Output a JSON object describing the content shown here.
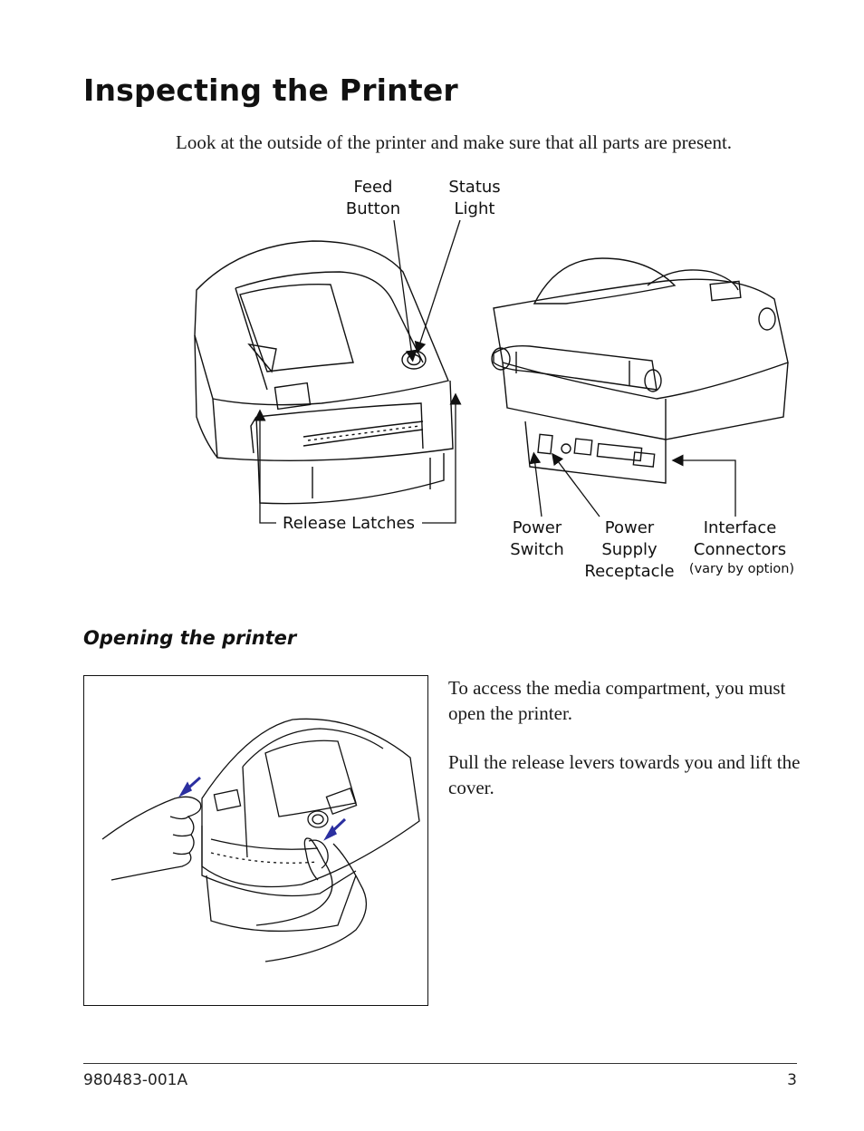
{
  "page": {
    "title": "Inspecting the Printer",
    "intro": "Look at the outside of the printer and make sure that all parts are present."
  },
  "diagram": {
    "labels": {
      "feed_button": "Feed\nButton",
      "status_light": "Status\nLight",
      "release_latches": "Release Latches",
      "power_switch": "Power\nSwitch",
      "power_supply": "Power\nSupply\nReceptacle",
      "interface_connectors": "Interface\nConnectors",
      "interface_note": "(vary by option)"
    }
  },
  "section": {
    "heading": "Opening the printer",
    "para1": "To access the media compartment, you must open the printer.",
    "para2": "Pull the release levers towards you and lift the cover."
  },
  "footer": {
    "doc_number": "980483-001A",
    "page_number": "3"
  },
  "colors": {
    "arrow_accent": "#2b2fa0"
  }
}
